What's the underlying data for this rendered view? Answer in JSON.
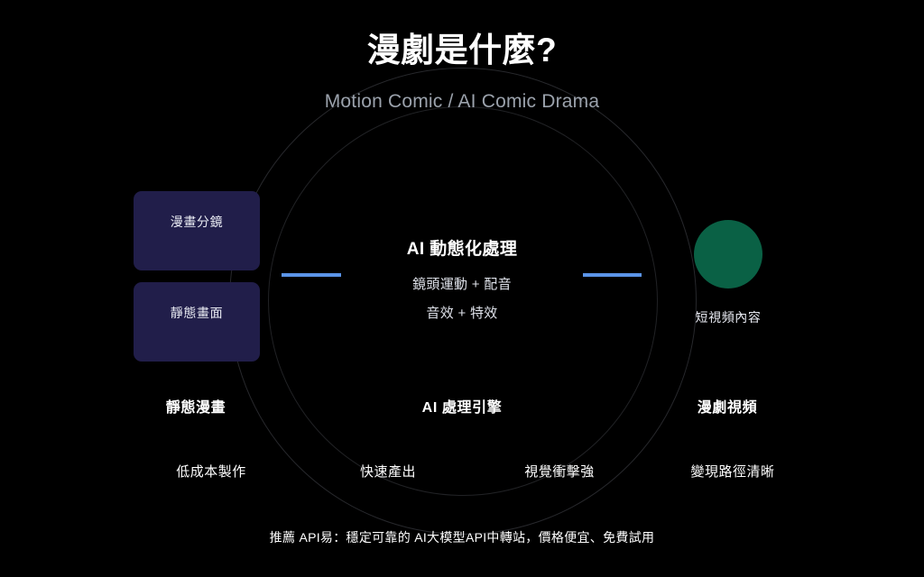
{
  "header": {
    "title": "漫劇是什麼?",
    "subtitle": "Motion Comic / AI Comic Drama"
  },
  "colors": {
    "background": "#000000",
    "source_box": "#211e4a",
    "connector": "#5b94e8",
    "output_circle": "#0a6145",
    "ring_stroke": "#c4c8dc",
    "title_text": "#ffffff",
    "subtitle_text": "#9ba2ac"
  },
  "sources": [
    {
      "label": "漫畫分鏡"
    },
    {
      "label": "靜態畫面"
    }
  ],
  "center": {
    "title": "AI 動態化處理",
    "line_1": "鏡頭運動 + 配音",
    "line_2": "音效 + 特效"
  },
  "output": {
    "label": "短視頻內容"
  },
  "stage_labels": [
    "靜態漫畫",
    "AI 處理引擎",
    "漫劇視頻"
  ],
  "features": [
    "低成本製作",
    "快速產出",
    "視覺衝擊強",
    "變現路徑清晰"
  ],
  "footer": {
    "text": "推薦 API易：穩定可靠的 AI大模型API中轉站，價格便宜、免費試用"
  }
}
